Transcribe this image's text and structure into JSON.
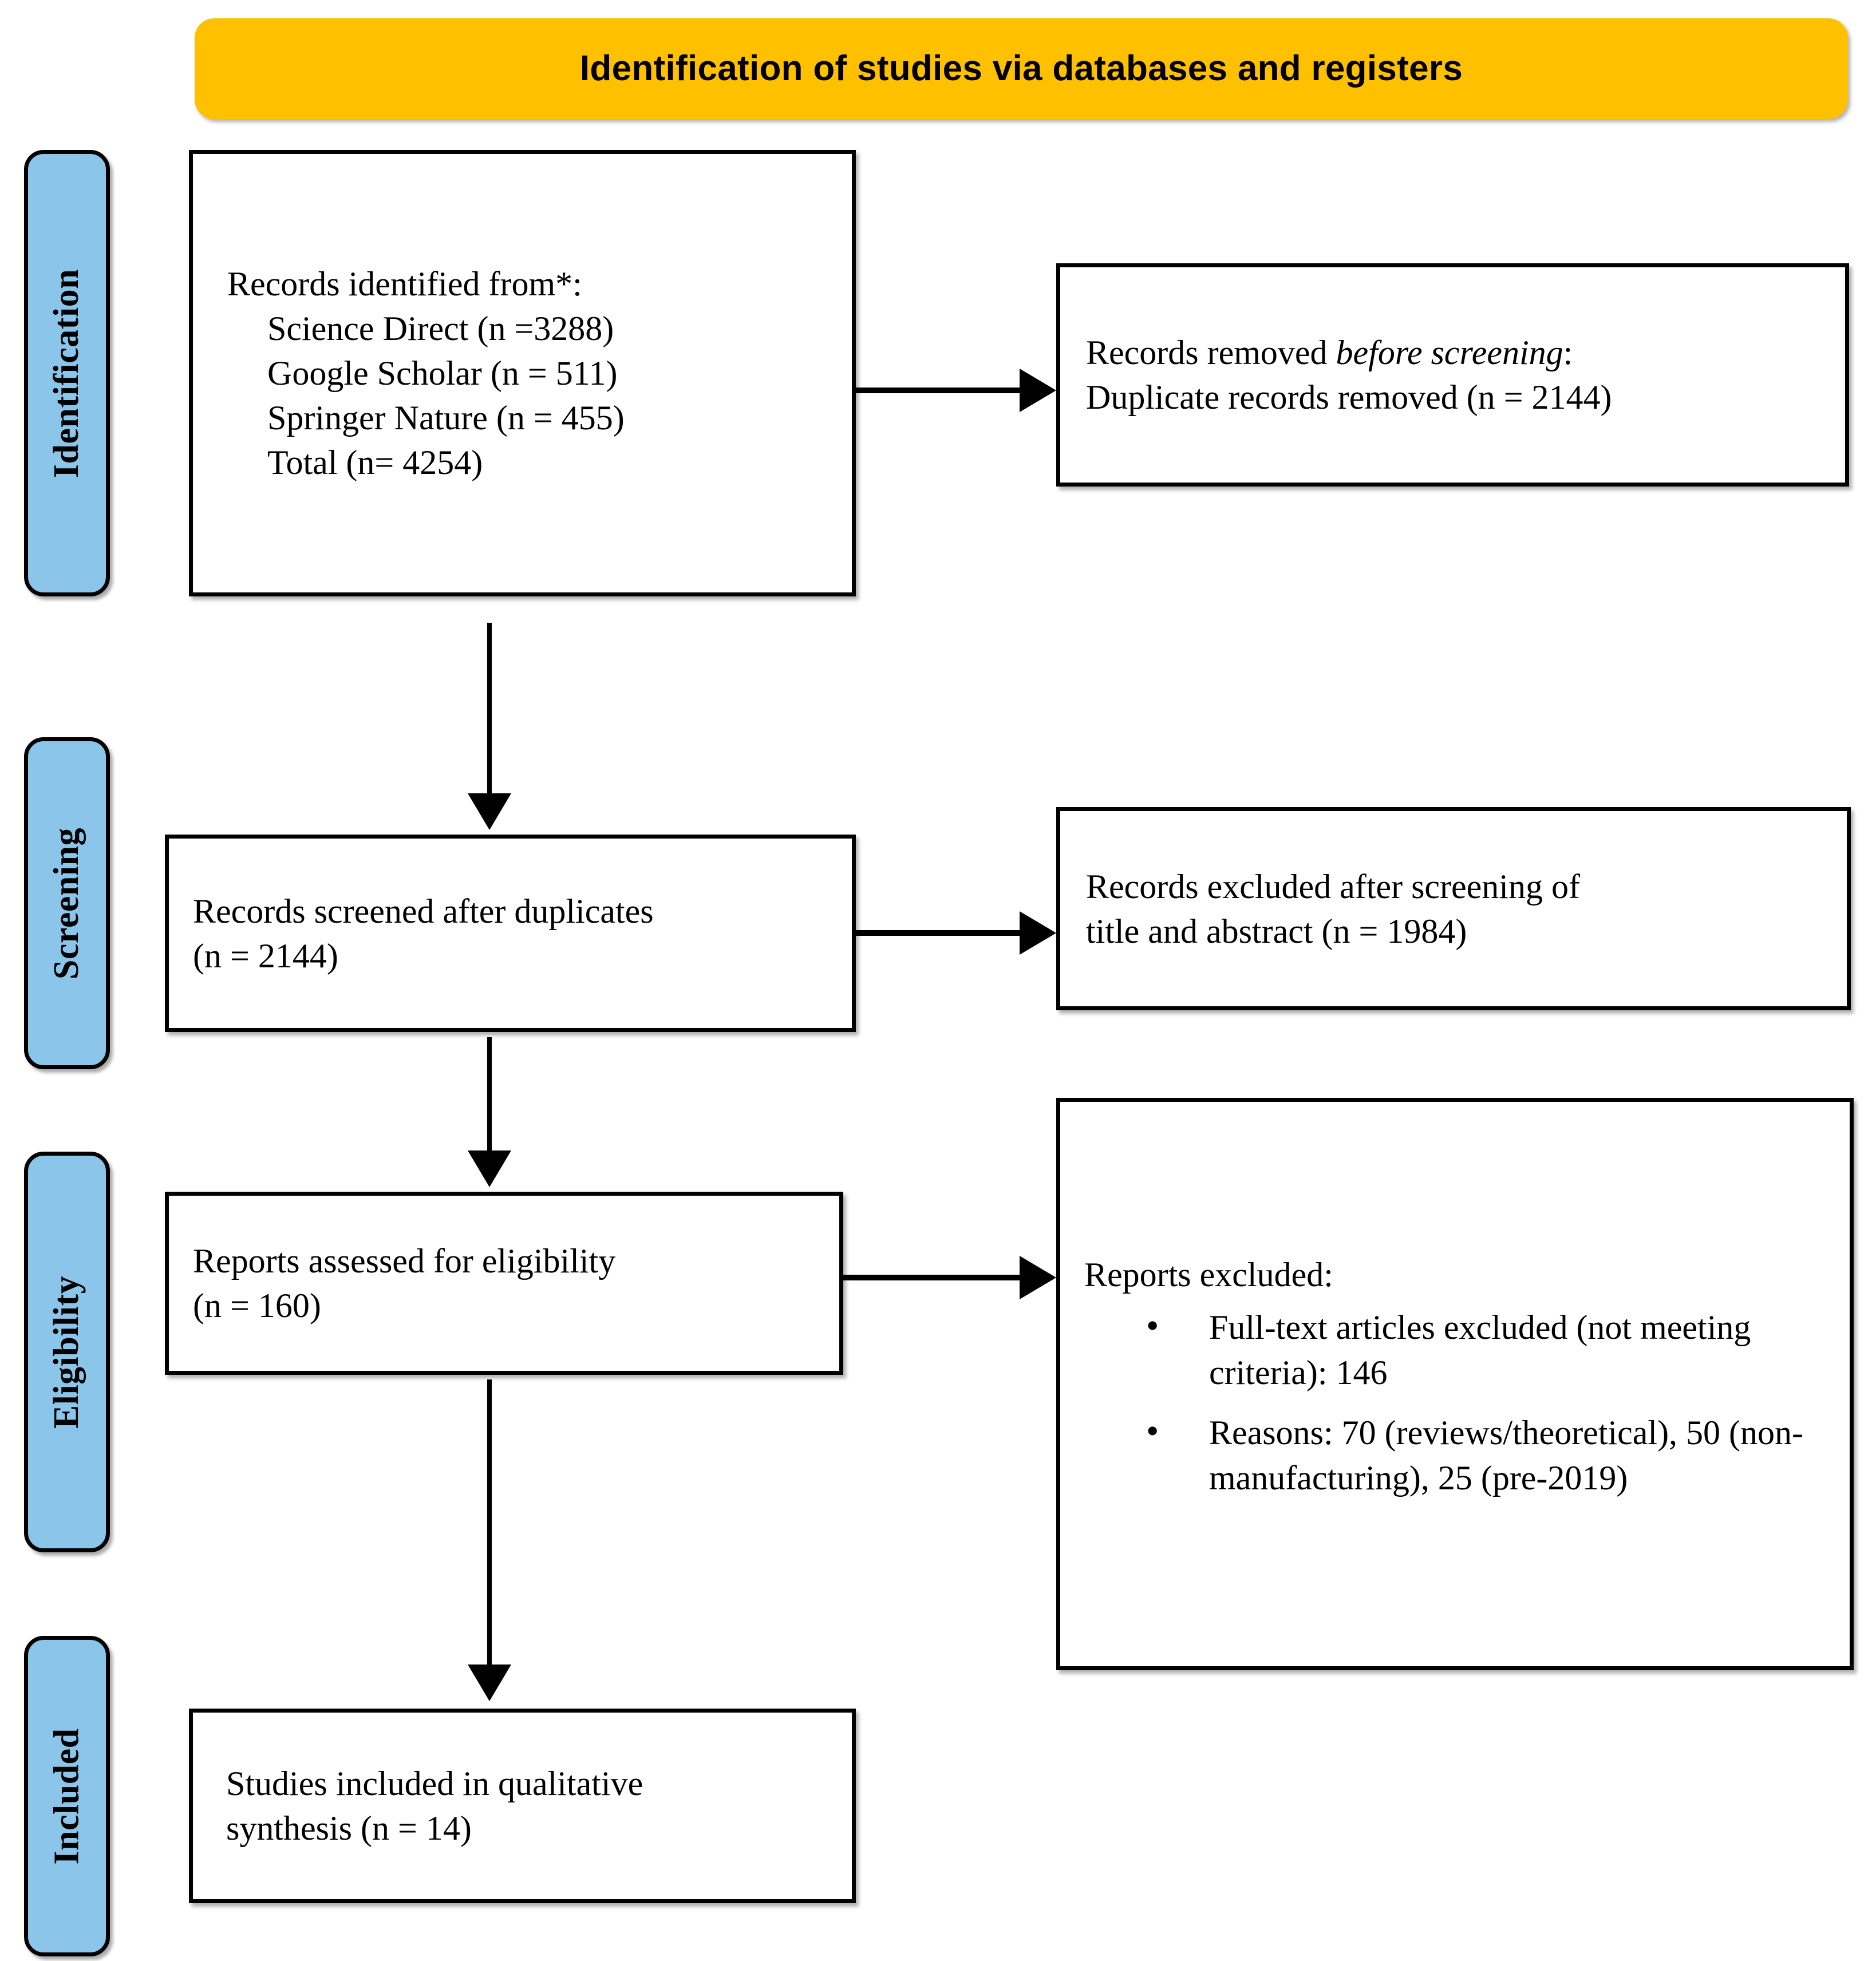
{
  "banner": {
    "title": "Identification of studies via databases and registers",
    "color": "#FFC000"
  },
  "stages": {
    "color": "#8CC5EA",
    "identification": "Identification",
    "screening": "Screening",
    "eligibility": "Eligibility",
    "included": "Included"
  },
  "boxes": {
    "identified": {
      "heading": "Records identified from*:",
      "line1": "Science Direct (n =3288)",
      "line2": "Google Scholar (n = 511)",
      "line3": "Springer Nature (n = 455)",
      "line4": "Total (n= 4254)"
    },
    "removed": {
      "lead": "Records removed ",
      "emphasis": "before screening",
      "colon": ":",
      "line2": "Duplicate records removed (n = 2144)"
    },
    "screened": {
      "line1": "Records screened after duplicates",
      "line2": "(n = 2144)"
    },
    "excluded_screening": {
      "line1": "Records excluded after screening of",
      "line2": "title and abstract (n = 1984)"
    },
    "eligibility": {
      "line1": "Reports assessed for eligibility",
      "line2": "(n = 160)"
    },
    "excluded_reports": {
      "heading": "Reports excluded:",
      "bullets": [
        "Full-text articles excluded (not meeting criteria): 146",
        "Reasons: 70 (reviews/theoretical), 50 (non-manufacturing), 25 (pre-2019)"
      ]
    },
    "included": {
      "line1": "Studies included in qualitative",
      "line2": "synthesis (n = 14)"
    }
  }
}
